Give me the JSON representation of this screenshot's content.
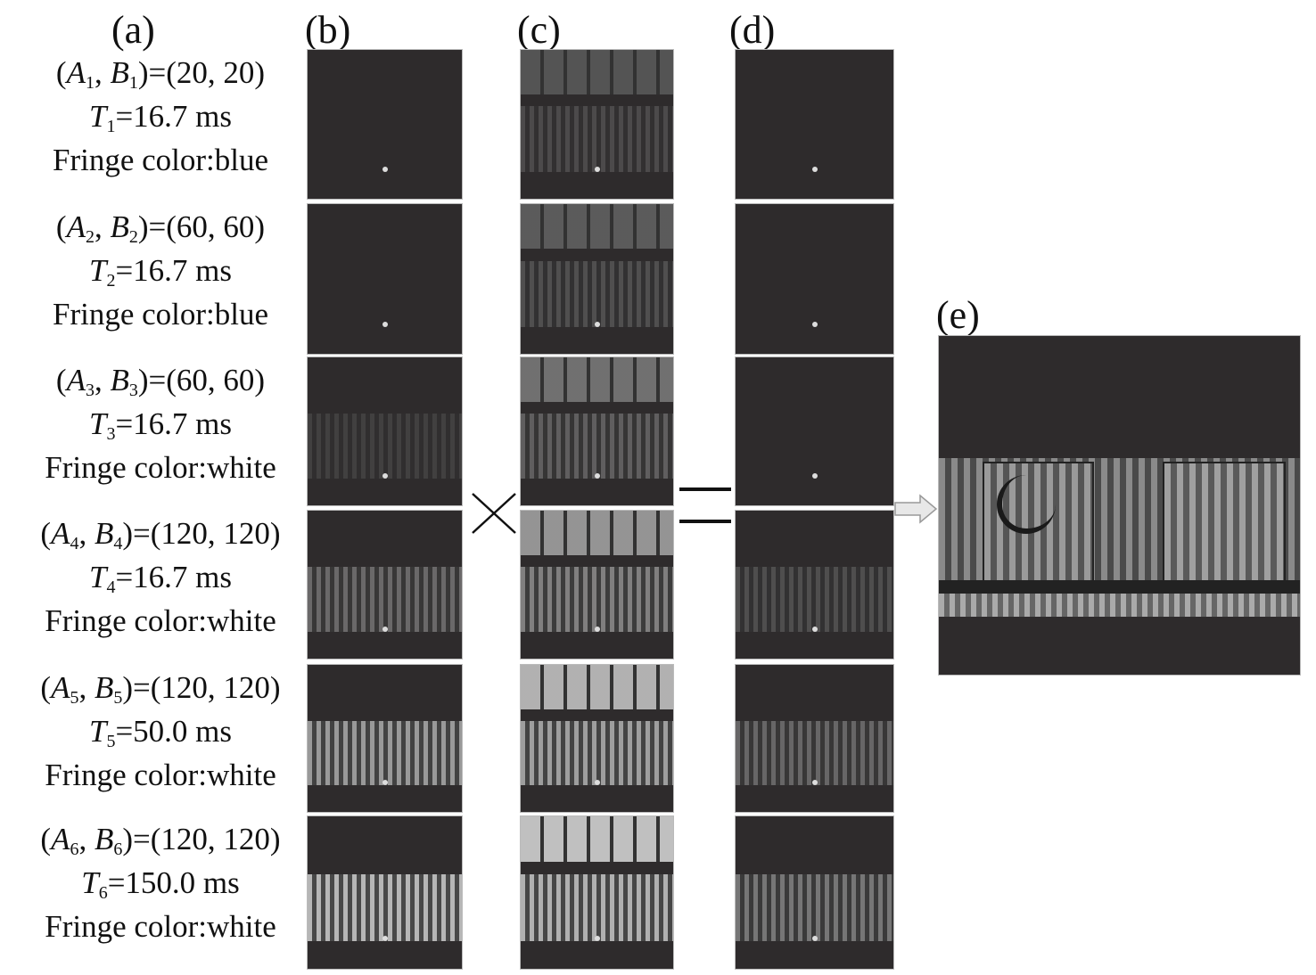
{
  "panel_labels": {
    "a": "(a)",
    "b": "(b)",
    "c": "(c)",
    "d": "(d)",
    "e": "(e)"
  },
  "rows": [
    {
      "index": "1",
      "ab": "=(20, 20)",
      "t": "=16.7 ms",
      "fringe": "Fringe color:blue",
      "brightness": 0.05
    },
    {
      "index": "2",
      "ab": "=(60, 60)",
      "t": "=16.7 ms",
      "fringe": "Fringe color:blue",
      "brightness": 0.1
    },
    {
      "index": "3",
      "ab": "=(60, 60)",
      "t": "=16.7 ms",
      "fringe": "Fringe color:white",
      "brightness": 0.25
    },
    {
      "index": "4",
      "ab": "=(120, 120)",
      "t": "=16.7 ms",
      "fringe": "Fringe color:white",
      "brightness": 0.5
    },
    {
      "index": "5",
      "ab": "=(120, 120)",
      "t": "=50.0 ms",
      "fringe": "Fringe color:white",
      "brightness": 0.7
    },
    {
      "index": "6",
      "ab": "=(120, 120)",
      "t": "=150.0 ms",
      "fringe": "Fringe color:white",
      "brightness": 0.8
    }
  ],
  "symbols": {
    "A": "A",
    "B": "B",
    "T": "T",
    "multiply": "×",
    "equals": "="
  }
}
